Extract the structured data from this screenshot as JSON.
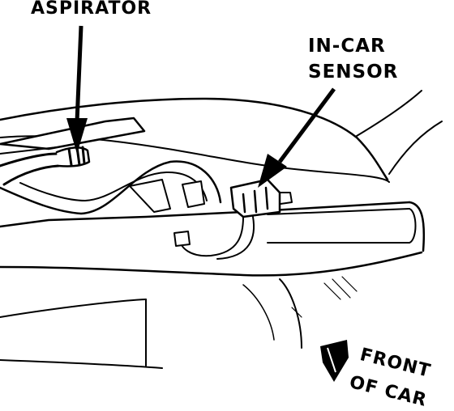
{
  "labels": {
    "aspirator": "ASPIRATOR",
    "in_car_line1": "IN-CAR",
    "in_car_line2": "SENSOR",
    "front_line1": "FRONT",
    "front_line2": "OF CAR"
  },
  "colors": {
    "ink": "#000000",
    "paper": "#ffffff"
  }
}
